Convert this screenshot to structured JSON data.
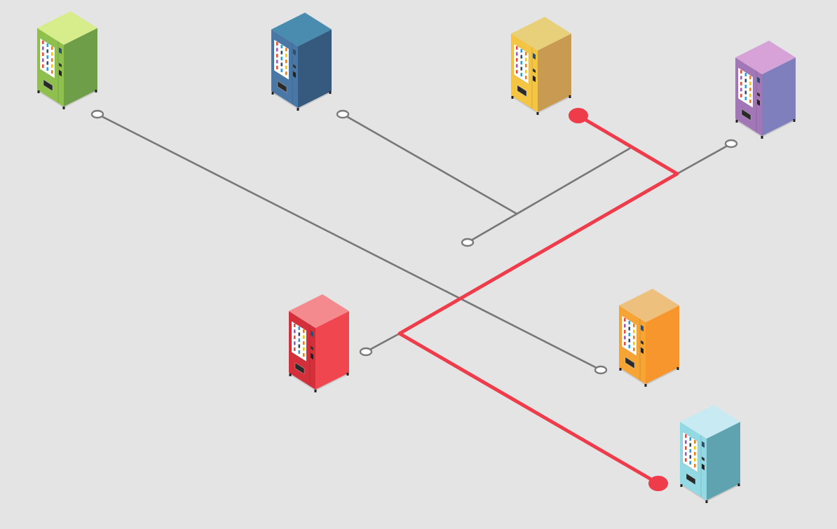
{
  "game": {
    "background_color": "#e4e4e4",
    "pipe_color": "#777777",
    "active_route_color": "#ee3c4a",
    "machines": [
      {
        "id": "green",
        "front": "#8fbf4d",
        "side": "#6f9e48",
        "top": "#d7ec8a"
      },
      {
        "id": "blue",
        "front": "#4a78a6",
        "side": "#365a7e",
        "top": "#4a8cb0"
      },
      {
        "id": "yellow",
        "front": "#f4c443",
        "side": "#c89a52",
        "top": "#e8d07a"
      },
      {
        "id": "purple",
        "front": "#a277b7",
        "side": "#7e7fbc",
        "top": "#d6a2d8"
      },
      {
        "id": "red",
        "front": "#d4303b",
        "side": "#ef4650",
        "top": "#f48a8e"
      },
      {
        "id": "orange",
        "front": "#f6a434",
        "side": "#f7962c",
        "top": "#eec07e"
      },
      {
        "id": "cyan",
        "front": "#92d9e4",
        "side": "#5fa3b0",
        "top": "#c8ebf3"
      }
    ],
    "route_endpoints": [
      "yellow",
      "cyan"
    ]
  }
}
